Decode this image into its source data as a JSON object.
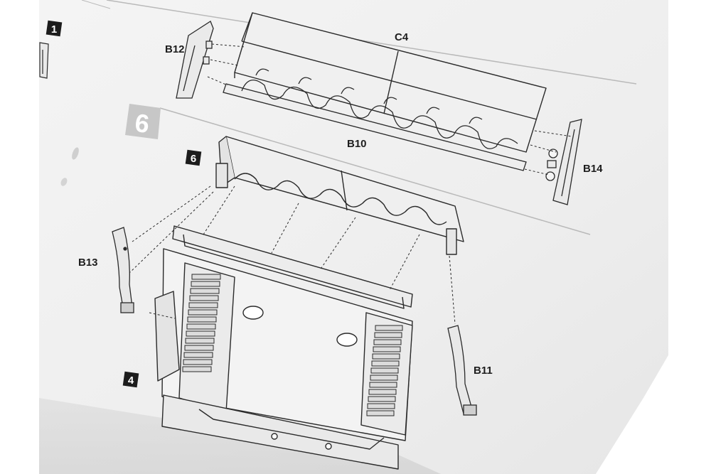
{
  "step": {
    "number": "6"
  },
  "badges": {
    "top_left": "1",
    "middle": "6",
    "bottom": "4"
  },
  "part_labels": {
    "c4": "C4",
    "b10": "B10",
    "b11": "B11",
    "b12": "B12",
    "b13": "B13",
    "b14": "B14"
  },
  "colors": {
    "paper": "#f1f1f1",
    "line": "#2a2a2a",
    "step_box": "#c7c7c7",
    "badge": "#1c1c1c"
  }
}
